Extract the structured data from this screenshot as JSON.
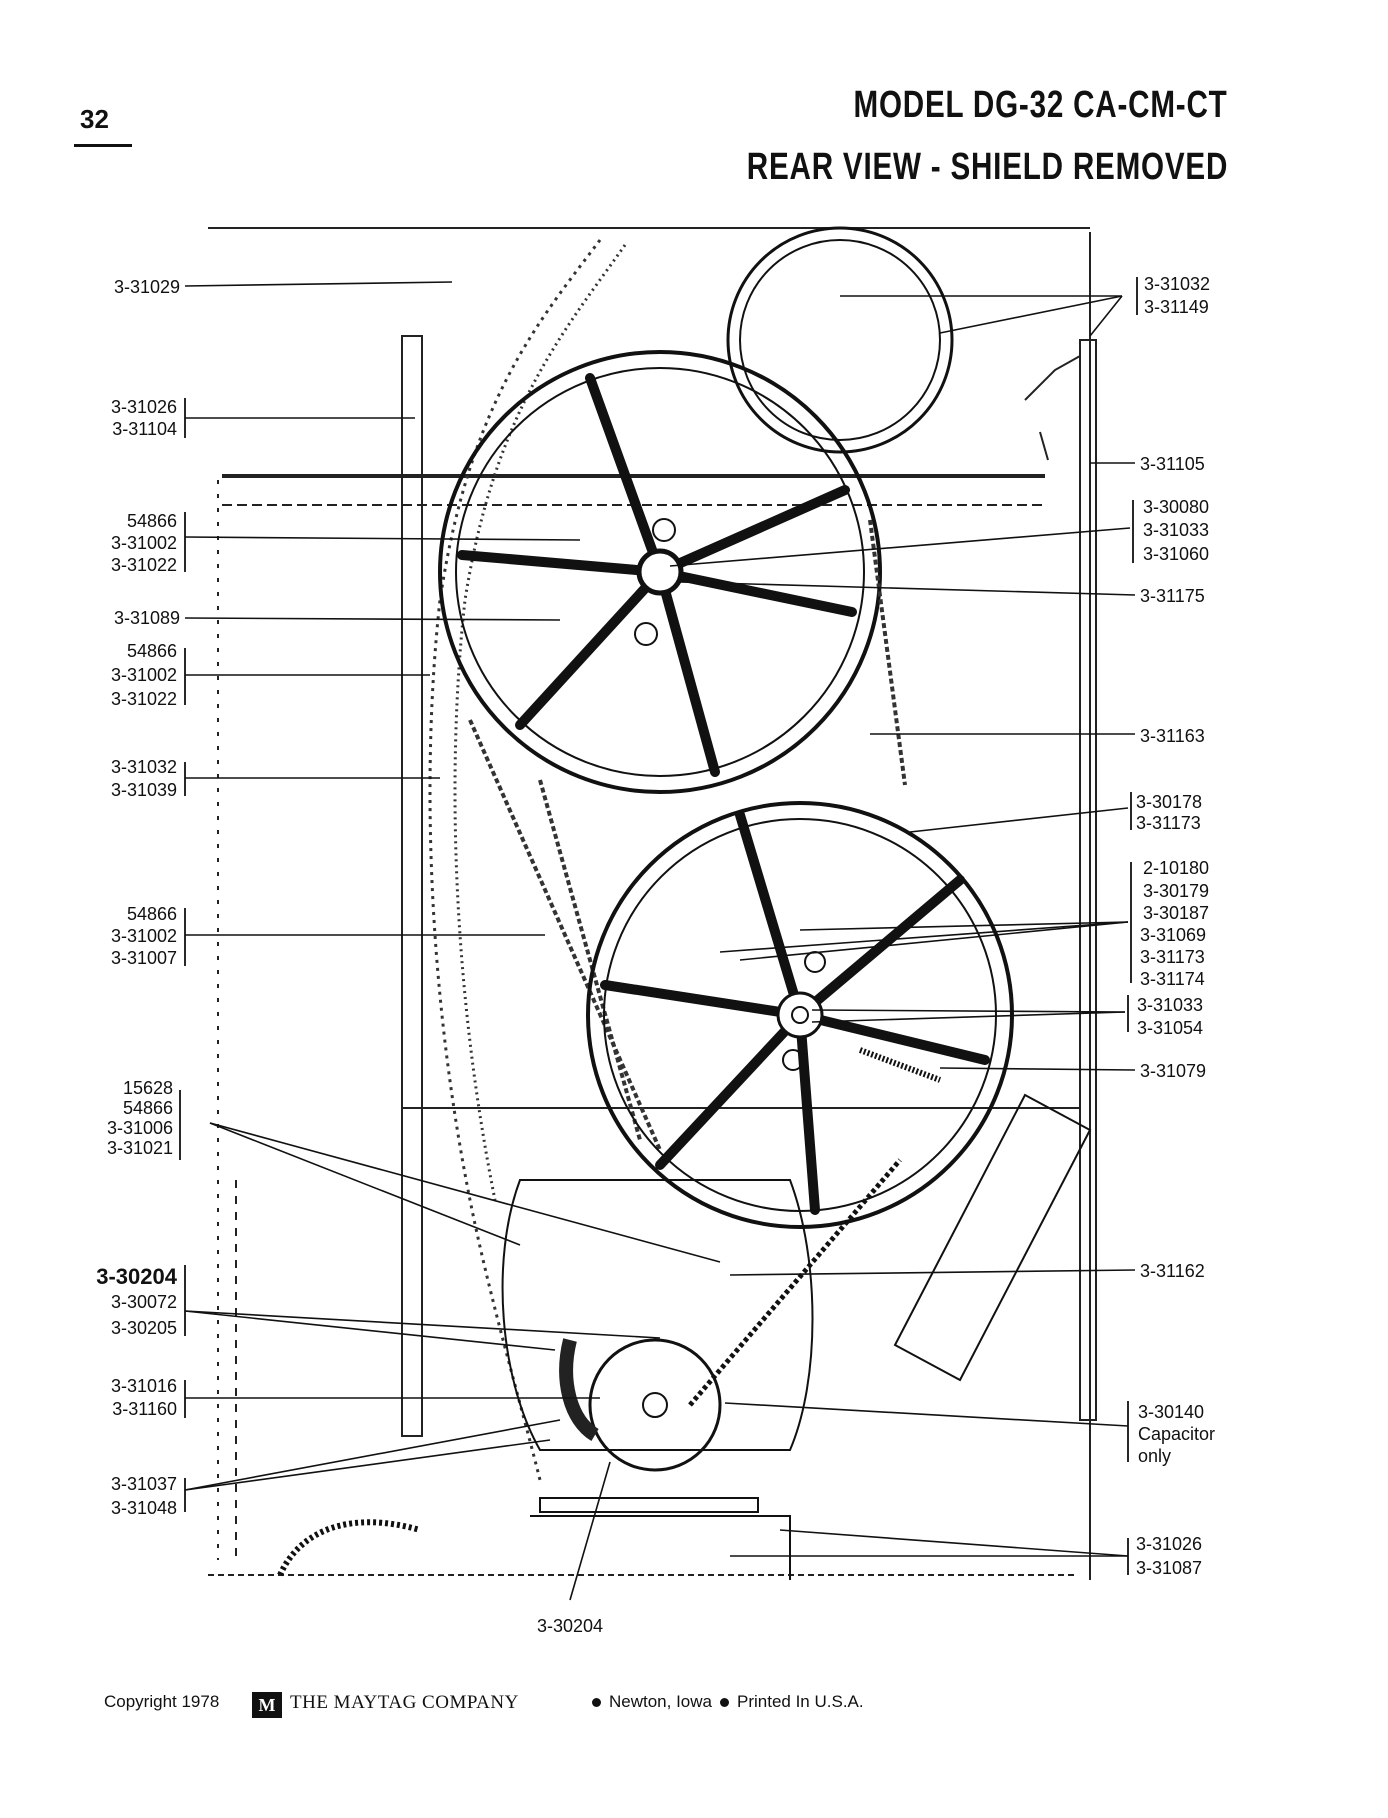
{
  "page_number": "32",
  "title_line1": "MODEL  DG-32  CA-CM-CT",
  "title_line2": "REAR VIEW  -  SHIELD  REMOVED",
  "labels_left": [
    [
      "3-31029"
    ],
    [
      "3-31026",
      "3-31104"
    ],
    [
      "54866",
      "3-31002",
      "3-31022"
    ],
    [
      "3-31089"
    ],
    [
      "54866",
      "3-31002",
      "3-31022"
    ],
    [
      "3-31032",
      "3-31039"
    ],
    [
      "54866",
      "3-31002",
      "3-31007"
    ],
    [
      "15628",
      "54866",
      "3-31006",
      "3-31021"
    ],
    [
      "3-30204",
      "3-30072",
      "3-30205"
    ],
    [
      "3-31016",
      "3-31160"
    ],
    [
      "3-31037",
      "3-31048"
    ]
  ],
  "labels_right": [
    [
      "3-31032",
      "3-31149"
    ],
    [
      "3-31105"
    ],
    [
      "3-30080",
      "3-31033",
      "3-31060"
    ],
    [
      "3-31175"
    ],
    [
      "3-31163"
    ],
    [
      "3-30178",
      "3-31173"
    ],
    [
      "2-10180",
      "3-30179",
      "3-30187",
      "3-31069",
      "3-31173",
      "3-31174"
    ],
    [
      "3-31033",
      "3-31054"
    ],
    [
      "3-31079"
    ],
    [
      "3-31162"
    ],
    [
      "3-30140",
      "Capacitor",
      "only"
    ],
    [
      "3-31026",
      "3-31087"
    ]
  ],
  "label_bottom": "3-30204",
  "footer": {
    "copyright": "Copyright 1978",
    "logo_mark": "M",
    "company": "THE MAYTAG COMPANY",
    "city": "Newton, Iowa",
    "printed": "Printed In U.S.A."
  }
}
